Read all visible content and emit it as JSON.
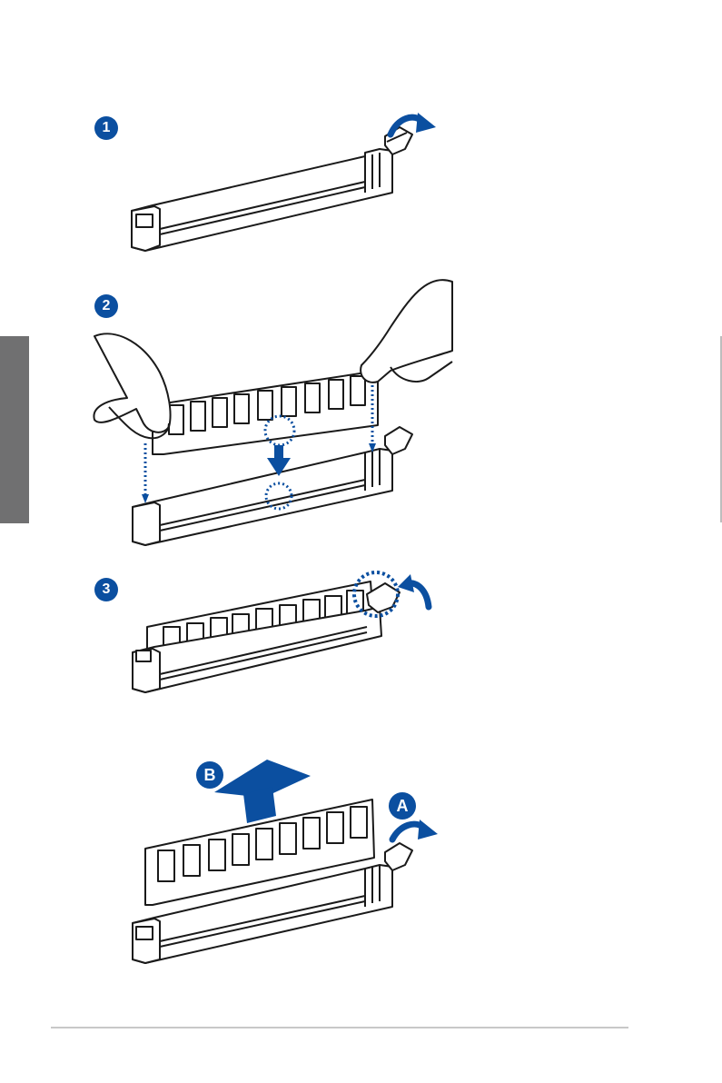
{
  "steps": [
    {
      "badge": "1"
    },
    {
      "badge": "2"
    },
    {
      "badge": "3"
    }
  ],
  "removal": {
    "badge_a": "A",
    "badge_b": "B"
  },
  "colors": {
    "accent": "#0b4fa0",
    "line": "#1a1a1a",
    "side_tab": "#707071",
    "footer_rule": "#c8c8c8"
  },
  "icons": [
    "curved-arrow-icon",
    "down-arrow-icon",
    "up-arrow-icon"
  ]
}
